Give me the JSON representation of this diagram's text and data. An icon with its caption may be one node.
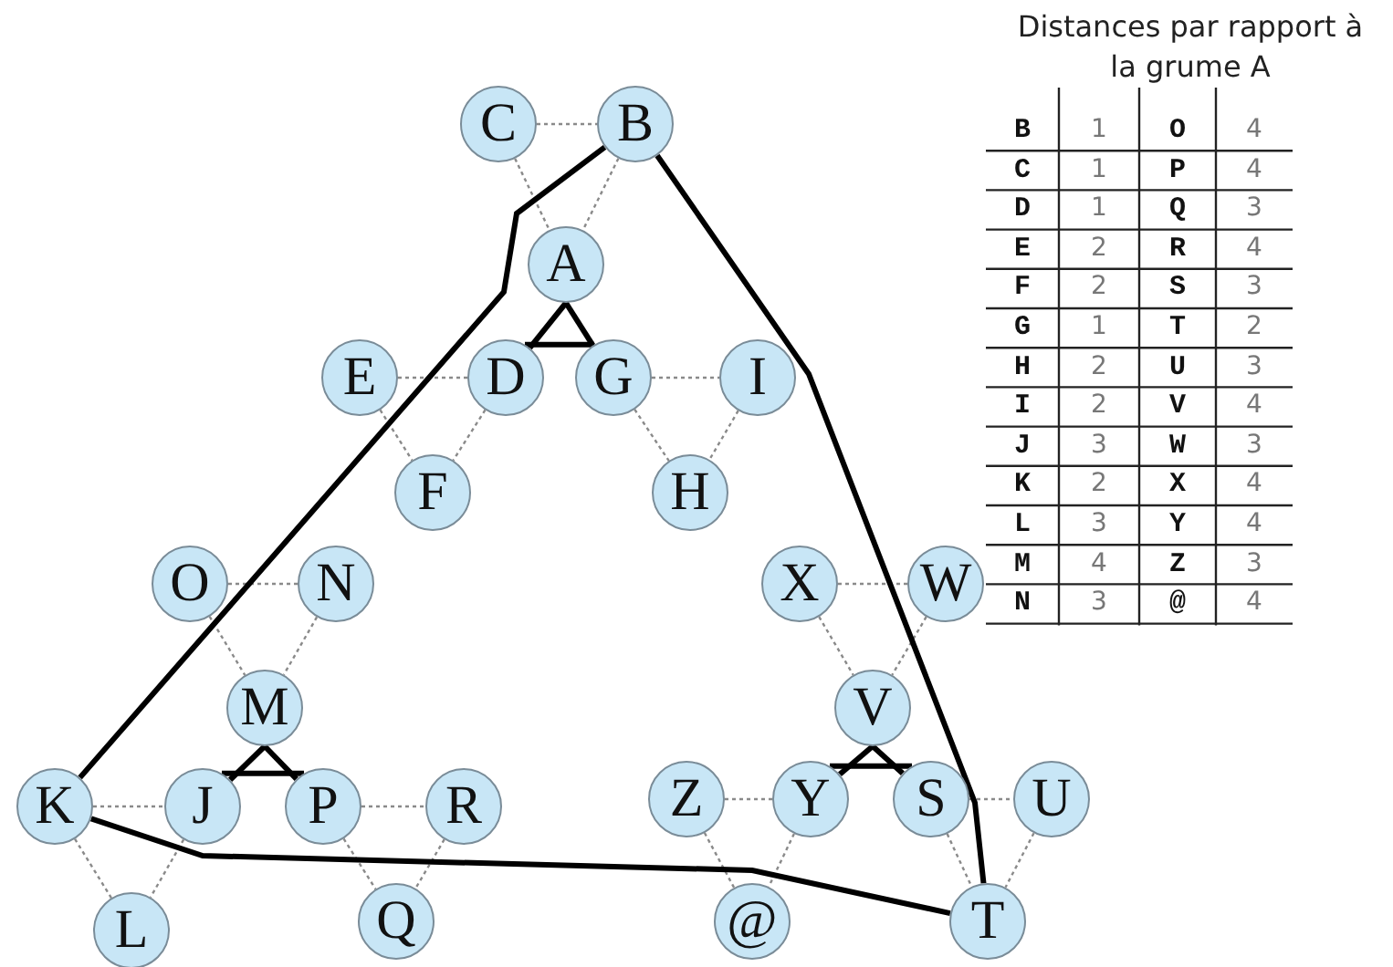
{
  "diagram": {
    "title": "Distances par rapport à la grume A",
    "nodes": [
      {
        "text": [
          "C"
        ]
      },
      {
        "text": [
          "B"
        ]
      },
      {
        "text": [
          "A"
        ]
      },
      {
        "text": [
          "E"
        ]
      },
      {
        "text": [
          "D"
        ]
      },
      {
        "text": [
          "G"
        ]
      },
      {
        "text": [
          "I"
        ]
      },
      {
        "text": [
          "F"
        ]
      },
      {
        "text": [
          "H"
        ]
      },
      {
        "text": [
          "O"
        ]
      },
      {
        "text": [
          "N"
        ]
      },
      {
        "text": [
          "X"
        ]
      },
      {
        "text": [
          "W"
        ]
      },
      {
        "text": [
          "M"
        ]
      },
      {
        "text": [
          "V"
        ]
      },
      {
        "text": [
          "K"
        ]
      },
      {
        "text": [
          "J"
        ]
      },
      {
        "text": [
          "P"
        ]
      },
      {
        "text": [
          "R"
        ]
      },
      {
        "text": [
          "Z"
        ]
      },
      {
        "text": [
          "Y"
        ]
      },
      {
        "text": [
          "S"
        ]
      },
      {
        "text": [
          "U"
        ]
      },
      {
        "text": [
          "L"
        ]
      },
      {
        "text": [
          "Q"
        ]
      },
      {
        "text": [
          "@"
        ]
      },
      {
        "text": [
          "T"
        ]
      }
    ],
    "edges": [
      {
        "from": 0,
        "to": 1,
        "arrow": "none",
        "style": "dashed"
      },
      {
        "from": 0,
        "to": 2,
        "arrow": "none",
        "style": "dashed"
      },
      {
        "from": 1,
        "to": 2,
        "arrow": "none",
        "style": "dashed"
      },
      {
        "from": 3,
        "to": 4,
        "arrow": "none",
        "style": "dashed"
      },
      {
        "from": 5,
        "to": 6,
        "arrow": "none",
        "style": "dashed"
      },
      {
        "from": 3,
        "to": 7,
        "arrow": "none",
        "style": "dashed"
      },
      {
        "from": 4,
        "to": 7,
        "arrow": "none",
        "style": "dashed"
      },
      {
        "from": 5,
        "to": 8,
        "arrow": "none",
        "style": "dashed"
      },
      {
        "from": 6,
        "to": 8,
        "arrow": "none",
        "style": "dashed"
      },
      {
        "from": 9,
        "to": 10,
        "arrow": "none",
        "style": "dashed"
      },
      {
        "from": 9,
        "to": 13,
        "arrow": "none",
        "style": "dashed"
      },
      {
        "from": 10,
        "to": 13,
        "arrow": "none",
        "style": "dashed"
      },
      {
        "from": 11,
        "to": 12,
        "arrow": "none",
        "style": "dashed"
      },
      {
        "from": 11,
        "to": 14,
        "arrow": "none",
        "style": "dashed"
      },
      {
        "from": 12,
        "to": 14,
        "arrow": "none",
        "style": "dashed"
      },
      {
        "from": 15,
        "to": 16,
        "arrow": "none",
        "style": "dashed"
      },
      {
        "from": 17,
        "to": 18,
        "arrow": "none",
        "style": "dashed"
      },
      {
        "from": 15,
        "to": 23,
        "arrow": "none",
        "style": "dashed"
      },
      {
        "from": 16,
        "to": 23,
        "arrow": "none",
        "style": "dashed"
      },
      {
        "from": 17,
        "to": 24,
        "arrow": "none",
        "style": "dashed"
      },
      {
        "from": 18,
        "to": 24,
        "arrow": "none",
        "style": "dashed"
      },
      {
        "from": 19,
        "to": 20,
        "arrow": "none",
        "style": "dashed"
      },
      {
        "from": 19,
        "to": 25,
        "arrow": "none",
        "style": "dashed"
      },
      {
        "from": 20,
        "to": 25,
        "arrow": "none",
        "style": "dashed"
      },
      {
        "from": 21,
        "to": 22,
        "arrow": "none",
        "style": "dashed"
      },
      {
        "from": 21,
        "to": 26,
        "arrow": "none",
        "style": "dashed"
      },
      {
        "from": 22,
        "to": 26,
        "arrow": "none",
        "style": "dashed"
      },
      {
        "from": 1,
        "to": 15,
        "arrow": "none",
        "style": "thick",
        "color": "#000000"
      },
      {
        "from": 15,
        "to": 26,
        "arrow": "none",
        "style": "thick",
        "color": "#000000"
      },
      {
        "from": 26,
        "to": 1,
        "arrow": "none",
        "style": "thick",
        "color": "#000000"
      },
      {
        "from": 2,
        "to": 4,
        "arrow": "none",
        "style": "thick",
        "color": "#000000"
      },
      {
        "from": 2,
        "to": 5,
        "arrow": "none",
        "style": "thick",
        "color": "#000000"
      },
      {
        "from": 4,
        "to": 5,
        "arrow": "none",
        "style": "thick",
        "color": "#000000"
      },
      {
        "from": 13,
        "to": 16,
        "arrow": "none",
        "style": "thick",
        "color": "#000000"
      },
      {
        "from": 13,
        "to": 17,
        "arrow": "none",
        "style": "thick",
        "color": "#000000"
      },
      {
        "from": 16,
        "to": 17,
        "arrow": "none",
        "style": "thick",
        "color": "#000000"
      },
      {
        "from": 14,
        "to": 20,
        "arrow": "none",
        "style": "thick",
        "color": "#000000"
      },
      {
        "from": 14,
        "to": 21,
        "arrow": "none",
        "style": "thick",
        "color": "#000000"
      },
      {
        "from": 20,
        "to": 21,
        "arrow": "none",
        "style": "thick",
        "color": "#000000"
      }
    ],
    "labels": [
      "B",
      "1",
      "O",
      "4",
      "C",
      "1",
      "P",
      "4",
      "D",
      "1",
      "Q",
      "3",
      "E",
      "2",
      "R",
      "4",
      "F",
      "2",
      "S",
      "3",
      "G",
      "1",
      "T",
      "2",
      "H",
      "2",
      "U",
      "3",
      "I",
      "2",
      "V",
      "4",
      "J",
      "3",
      "W",
      "3",
      "K",
      "2",
      "X",
      "4",
      "L",
      "3",
      "Y",
      "4",
      "M",
      "4",
      "Z",
      "3",
      "N",
      "3",
      "@",
      "4"
    ]
  }
}
